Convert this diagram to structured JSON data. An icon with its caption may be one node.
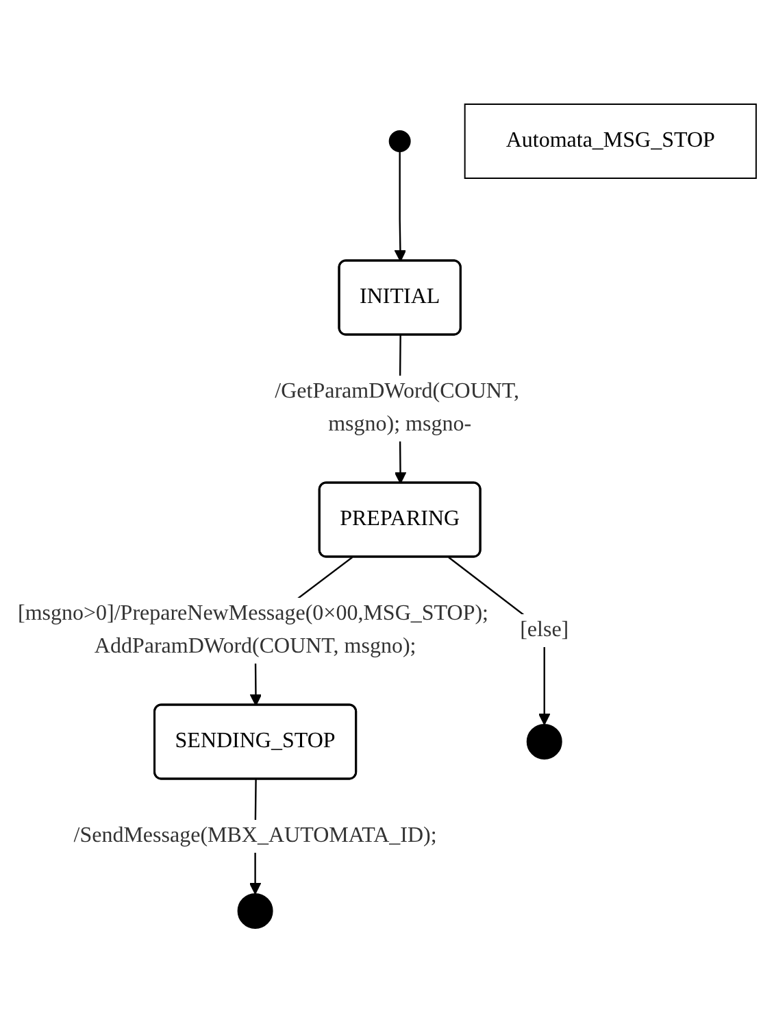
{
  "diagram": {
    "nodes": [
      {
        "text": [],
        "shape": "circle"
      },
      {
        "text": [
          "Automata_MSG_STOP"
        ]
      },
      {
        "text": [
          "INITIAL"
        ]
      },
      {
        "text": [
          "PREPARING"
        ]
      },
      {
        "text": [
          "SENDING_STOP"
        ]
      },
      {
        "text": [],
        "shape": "bullseye"
      },
      {
        "text": [],
        "shape": "bullseye"
      }
    ],
    "edges": [
      {
        "from": 0,
        "to": 2,
        "arrow": "to"
      },
      {
        "from": 2,
        "to": 3,
        "arrow": "to",
        "label": "/GetParamDWord(COUNT, msgno); msgno-"
      },
      {
        "from": 3,
        "to": 4,
        "arrow": "to",
        "label": "[msgno>0]/PrepareNewMessage(0×00,MSG_STOP); AddParamDWord(COUNT, msgno);"
      },
      {
        "from": 3,
        "to": 5,
        "arrow": "to",
        "label": "[else]"
      },
      {
        "from": 4,
        "to": 6,
        "arrow": "to",
        "label": "/SendMessage(MBX_AUTOMATA_ID);"
      }
    ]
  }
}
